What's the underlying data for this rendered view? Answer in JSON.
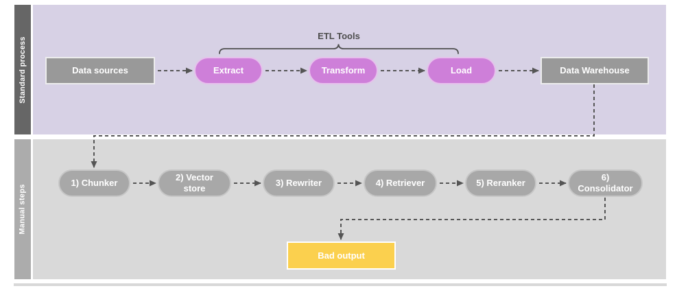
{
  "lanes": {
    "standard": {
      "label": "Standard process"
    },
    "manual": {
      "label": "Manual steps"
    }
  },
  "etl_tools": {
    "label": "ETL Tools"
  },
  "nodes": {
    "data_sources": {
      "label": "Data sources"
    },
    "extract": {
      "label": "Extract"
    },
    "transform": {
      "label": "Transform"
    },
    "load": {
      "label": "Load"
    },
    "data_warehouse": {
      "label": "Data Warehouse"
    },
    "chunker": {
      "label": "1) Chunker"
    },
    "vector_store": {
      "label": "2) Vector store"
    },
    "rewriter": {
      "label": "3) Rewriter"
    },
    "retriever": {
      "label": "4) Retriever"
    },
    "reranker": {
      "label": "5) Reranker"
    },
    "consolidator": {
      "label": "6) Consolidator"
    },
    "bad_output": {
      "label": "Bad output"
    }
  },
  "colors": {
    "standard_lane_bg": "#d7d1e5",
    "standard_lane_label_bg": "#666666",
    "manual_lane_bg": "#d9d9d9",
    "manual_lane_label_bg": "#acacac",
    "etl_pill_fill": "#ce7fd9",
    "gray_box_fill": "#999999",
    "manual_pill_fill": "#a8a8a8",
    "bad_output_fill": "#fbd04e",
    "connector_stroke": "#555555",
    "annotation_text": "#4d4d4d"
  }
}
